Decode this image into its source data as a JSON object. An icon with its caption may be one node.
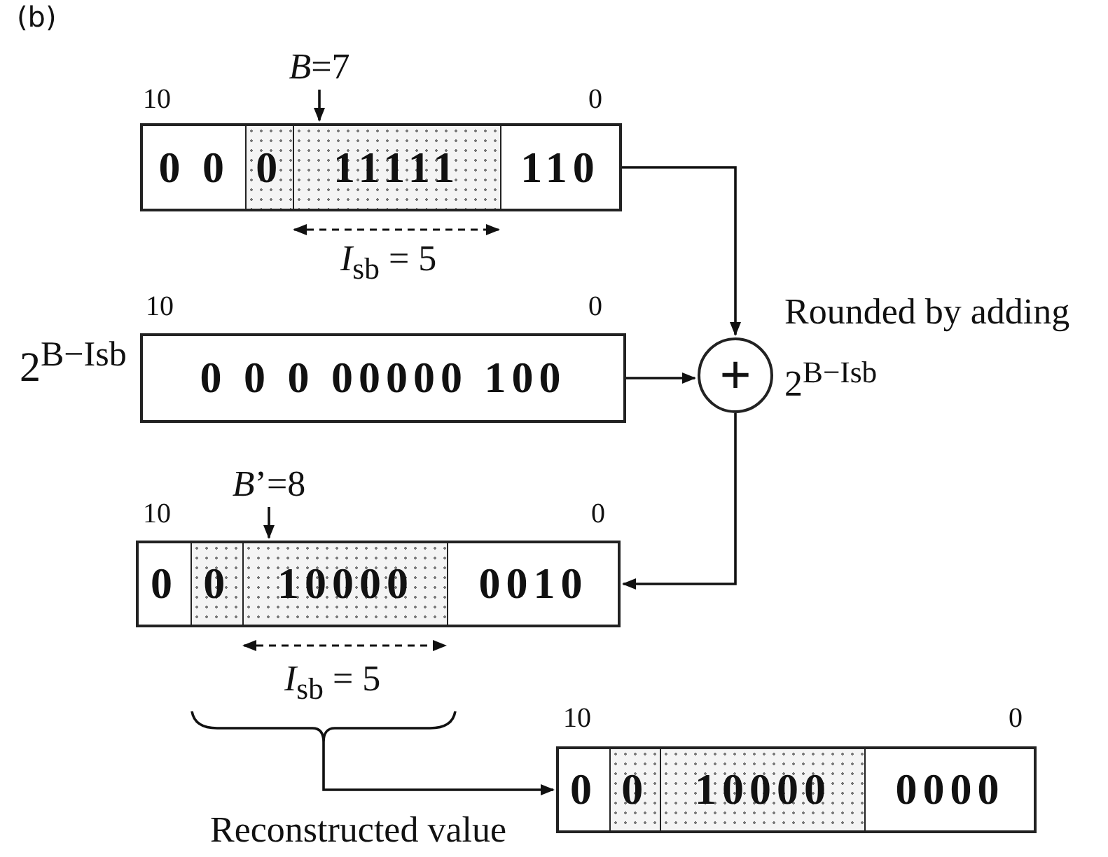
{
  "diagram": {
    "nodes": [
      {
        "text": [
          "*B*=7"
        ]
      },
      {
        "text": [
          "0 0",
          "0",
          "11111",
          "110"
        ],
        "beside": [
          "10",
          "0"
        ]
      },
      {
        "text": [
          "0 0 0 00000 100"
        ],
        "beside": [
          "10",
          "0",
          "2$^{B−Isb}$"
        ]
      },
      {
        "text": [
          "+"
        ]
      },
      {
        "text": [
          "*B*’=8"
        ]
      },
      {
        "text": [
          "0",
          "0",
          "10000",
          "0010"
        ],
        "beside": [
          "10",
          "0"
        ]
      },
      {
        "text": [],
        "shape": "bracket",
        "beside": [
          "Reconstructed value"
        ]
      },
      {
        "text": [
          "0",
          "0",
          "10000",
          "0000"
        ],
        "beside": [
          "10",
          "0"
        ]
      }
    ],
    "edges": [
      {
        "from": 1,
        "to": 3,
        "arrow": "to"
      },
      {
        "from": 2,
        "to": 3,
        "arrow": "to"
      },
      {
        "from": 3,
        "to": 5,
        "arrow": "to"
      },
      {
        "from": 6,
        "to": 7,
        "arrow": "to"
      },
      {
        "from": 0,
        "to": 1,
        "arrow": "to"
      },
      {
        "from": 4,
        "to": 5,
        "arrow": "to"
      }
    ],
    "labels": [
      "(b)",
      "*I*$_{sb}$ = 5",
      "Rounded by adding 2$^{B−Isb}$",
      "*I*$_{sb}$ = 5"
    ]
  }
}
